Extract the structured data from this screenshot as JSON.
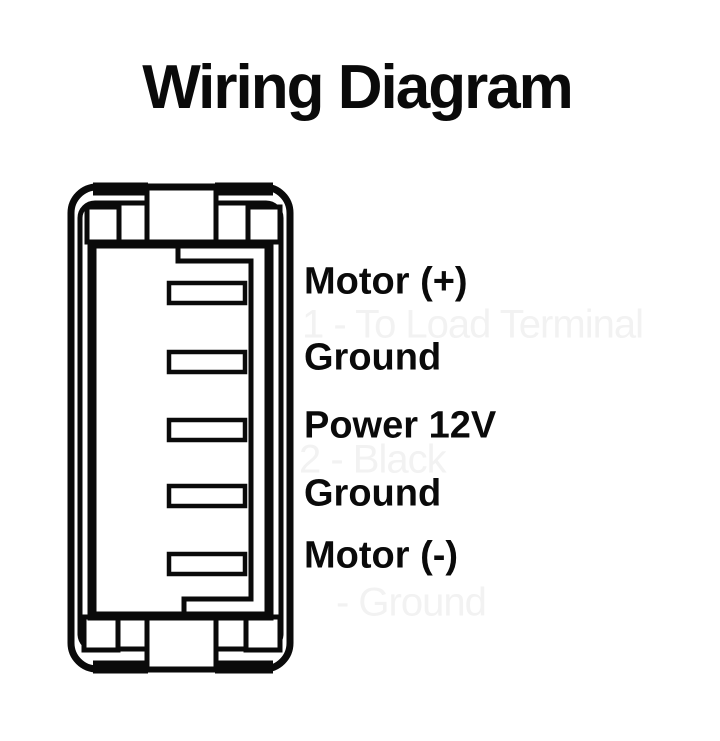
{
  "page": {
    "title": "Wiring Diagram",
    "background_color": "#ffffff",
    "line_color": "#0a0a0a",
    "watermark_color": "#f2f2f2"
  },
  "diagram": {
    "description": "rocker-switch-connector-rear-view",
    "pin_count": 5,
    "pin_labels": [
      {
        "text": "Motor (+)"
      },
      {
        "text": "Ground"
      },
      {
        "text": "Power 12V"
      },
      {
        "text": "Ground"
      },
      {
        "text": "Motor (-)"
      }
    ],
    "watermarks": [
      {
        "text": "1 - To Load Terminal"
      },
      {
        "text": "2 - Black"
      },
      {
        "text": "- Ground"
      }
    ]
  }
}
